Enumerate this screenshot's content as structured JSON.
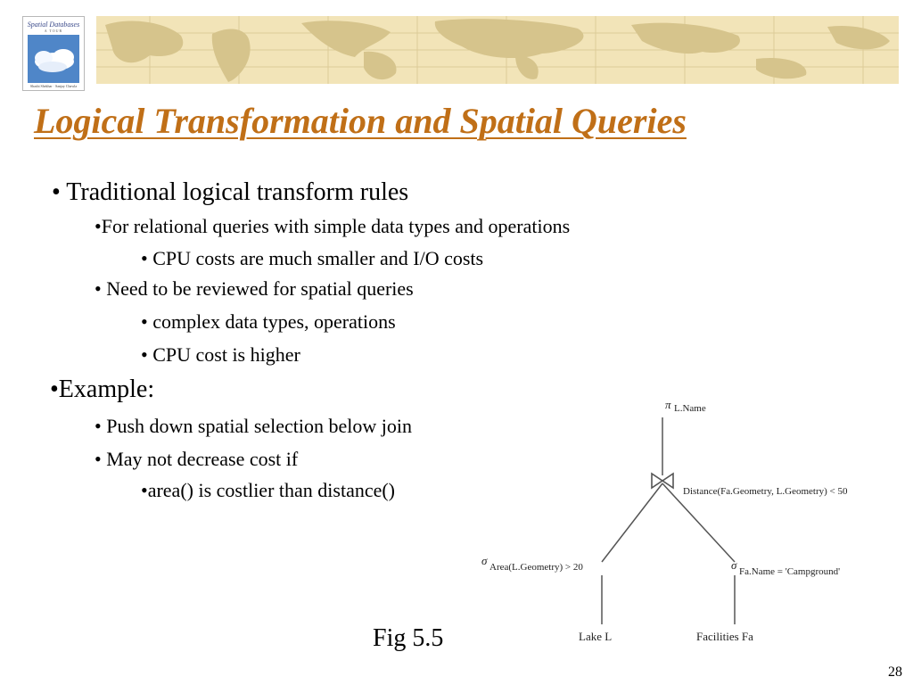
{
  "book_cover": {
    "title": "Spatial Databases",
    "subtitle": "A TOUR",
    "authors": "Shashi Shekhar · Sanjay Chawla"
  },
  "title": "Logical Transformation and Spatial Queries",
  "bullets": [
    "• Traditional logical transform rules",
    "•For relational queries with simple data types and operations",
    "• CPU costs are much smaller and I/O costs",
    "• Need to be reviewed for spatial queries",
    "• complex data types, operations",
    "• CPU cost is higher",
    "•Example:",
    "• Push down spatial selection below join",
    "• May not decrease cost if",
    "•area() is costlier than distance()"
  ],
  "diagram": {
    "sigma": "σ",
    "pi": "π",
    "project_label": "L.Name",
    "join_label": "Distance(Fa.Geometry, L.Geometry) < 50",
    "left_select_label": "Area(L.Geometry) > 20",
    "right_select_label": "Fa.Name = 'Campground'",
    "left_leaf": "Lake L",
    "right_leaf": "Facilities Fa"
  },
  "caption": "Fig 5.5",
  "page_number": "28",
  "colors": {
    "title": "#c06f17",
    "banner_bg": "#f2e4b8",
    "banner_land": "#d6c48c"
  }
}
